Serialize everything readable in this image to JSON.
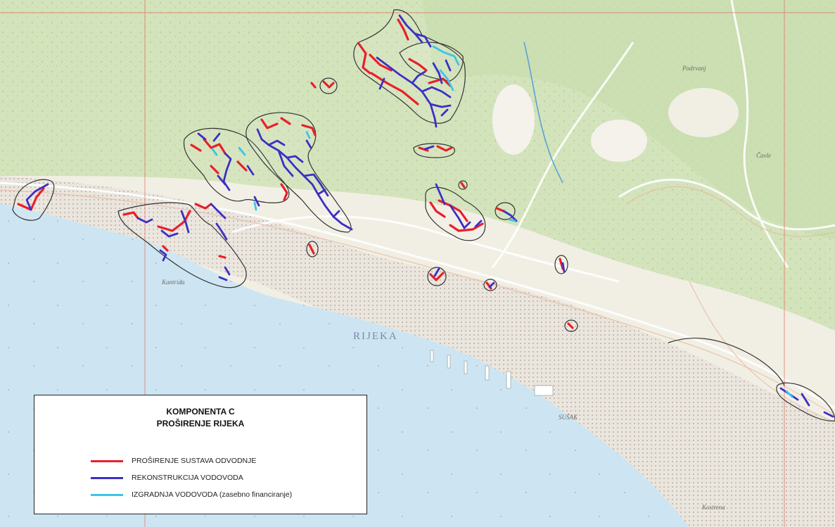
{
  "map": {
    "place_labels": {
      "city": "RIJEKA",
      "kantrida": "Kantrida",
      "susak": "SUŠAK",
      "cavle": "Čavle",
      "kostrena": "Kostrena",
      "podrvanj": "Podrvanj"
    },
    "colors": {
      "sea": "#cfe6f3",
      "land": "#f2f0e6",
      "forest": "#cfe0b6",
      "urban": "#e4ddd6",
      "road": "#ffffff",
      "grid_line": "#e06a5a",
      "zone_outline": "#333333"
    }
  },
  "legend": {
    "title_line1": "KOMPONENTA C",
    "title_line2": "PROŠIRENJE RIJEKA",
    "items": [
      {
        "label": "PROŠIRENJE SUSTAVA ODVODNJE",
        "color": "#e8202a"
      },
      {
        "label": "REKONSTRUKCIJA VODOVODA",
        "color": "#3d2fc4"
      },
      {
        "label": "IZGRADNJA VODOVODA (zasebno financiranje)",
        "color": "#3ec3ea"
      }
    ]
  }
}
